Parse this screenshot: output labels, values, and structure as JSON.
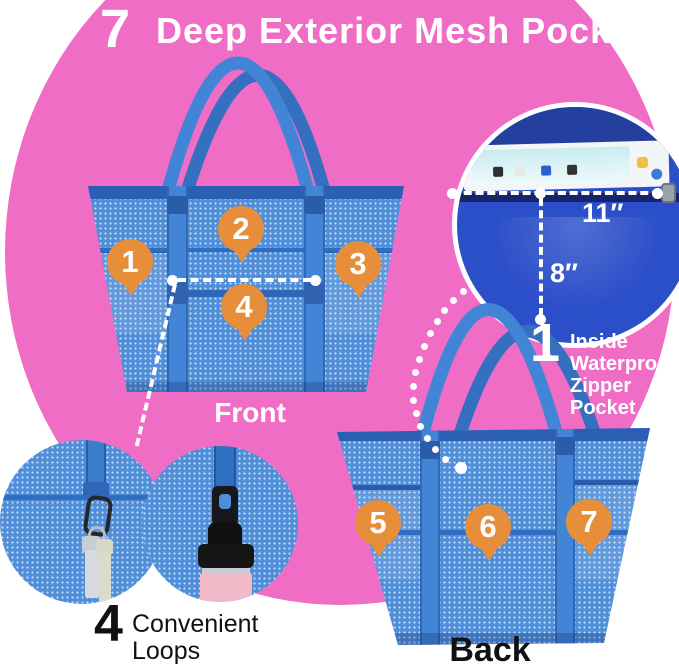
{
  "colors": {
    "background_pink": "#f06dc6",
    "marker_orange": "#e78e3a",
    "bag_mesh_blue": "#4f8fda",
    "bag_trim_blue": "#2b5fb4",
    "pocket_royal_blue": "#2b4ec9",
    "text_white": "#ffffff",
    "text_black": "#111111",
    "bottle_pink": "#f2bac9"
  },
  "title": {
    "number": "7",
    "text": "Deep Exterior Mesh Pockets"
  },
  "front_bag": {
    "label": "Front",
    "markers": [
      "1",
      "2",
      "3",
      "4"
    ]
  },
  "back_bag": {
    "label": "Back",
    "markers": [
      "5",
      "6",
      "7"
    ]
  },
  "zipper_inset": {
    "width_label": "11″",
    "depth_label": "8″",
    "feature_number": "1",
    "feature_lines": [
      "Inside",
      "Waterproof",
      "Zipper",
      "Pocket"
    ]
  },
  "loops_inset": {
    "number": "4",
    "caption_lines": [
      "Convenient",
      "Loops"
    ]
  }
}
